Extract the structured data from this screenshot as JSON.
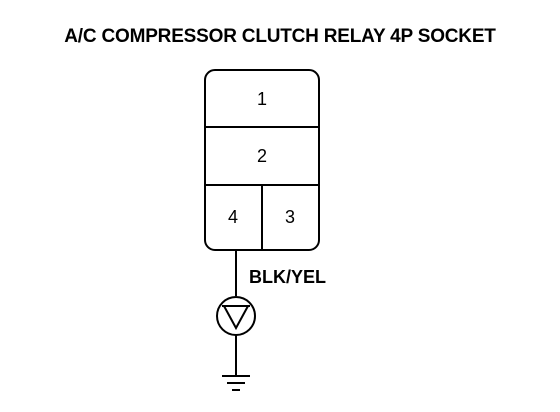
{
  "title": "A/C COMPRESSOR CLUTCH RELAY 4P SOCKET",
  "connector": {
    "terminals": [
      "1",
      "2",
      "4",
      "3"
    ]
  },
  "wire": {
    "color_code": "BLK/YEL"
  },
  "symbols": {
    "meter_icon": "voltmeter-icon",
    "ground_icon": "ground-icon"
  }
}
